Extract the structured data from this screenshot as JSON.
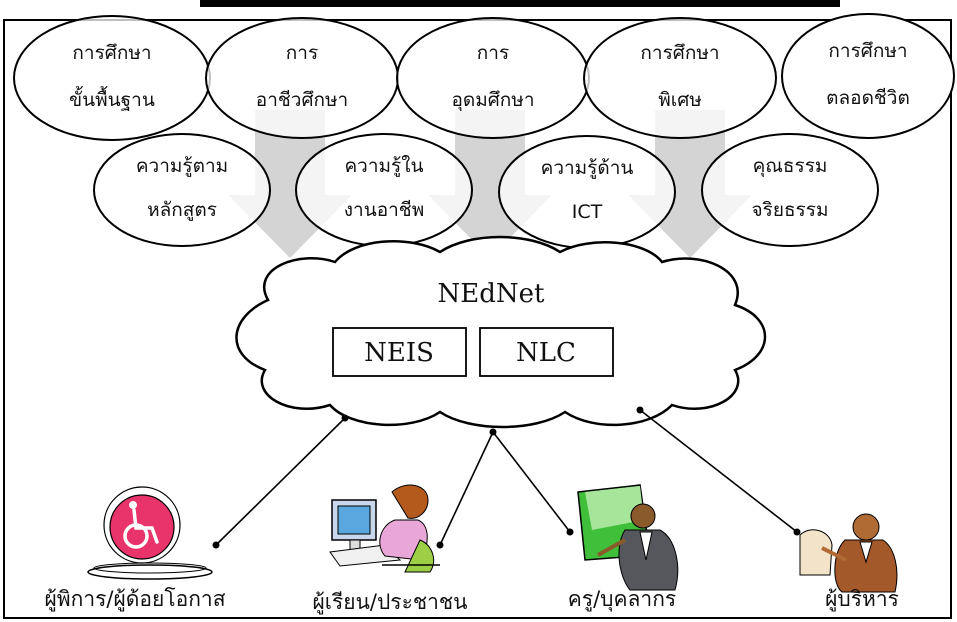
{
  "education_levels": [
    {
      "line1": "การศึกษา",
      "line2": "ขั้นพื้นฐาน"
    },
    {
      "line1": "การ",
      "line2": "อาชีวศึกษา"
    },
    {
      "line1": "การ",
      "line2": "อุดมศึกษา"
    },
    {
      "line1": "การศึกษา",
      "line2": "พิเศษ"
    },
    {
      "line1": "การศึกษา",
      "line2": "ตลอดชีวิต"
    }
  ],
  "knowledge_areas": [
    {
      "line1": "ความรู้ตาม",
      "line2": "หลักสูตร"
    },
    {
      "line1": "ความรู้ใน",
      "line2": "งานอาชีพ"
    },
    {
      "line1": "ความรู้ด้าน",
      "line2": "ICT"
    },
    {
      "line1": "คุณธรรม",
      "line2": "จริยธรรม"
    }
  ],
  "network": {
    "name": "NEdNet",
    "systems": [
      "NEIS",
      "NLC"
    ]
  },
  "user_groups": [
    "ผู้พิการ/ผู้ด้อยโอกาส",
    "ผู้เรียน/ประชาชน",
    "ครู/บุคลากร",
    "ผู้บริหาร"
  ],
  "icons": [
    "wheelchair-icon",
    "student-computer-icon",
    "teacher-board-icon",
    "executive-icon"
  ],
  "colors": {
    "wheelchair_badge": "#e8336b",
    "arrow_fill": "#d4d4d4",
    "outline": "#000000"
  }
}
